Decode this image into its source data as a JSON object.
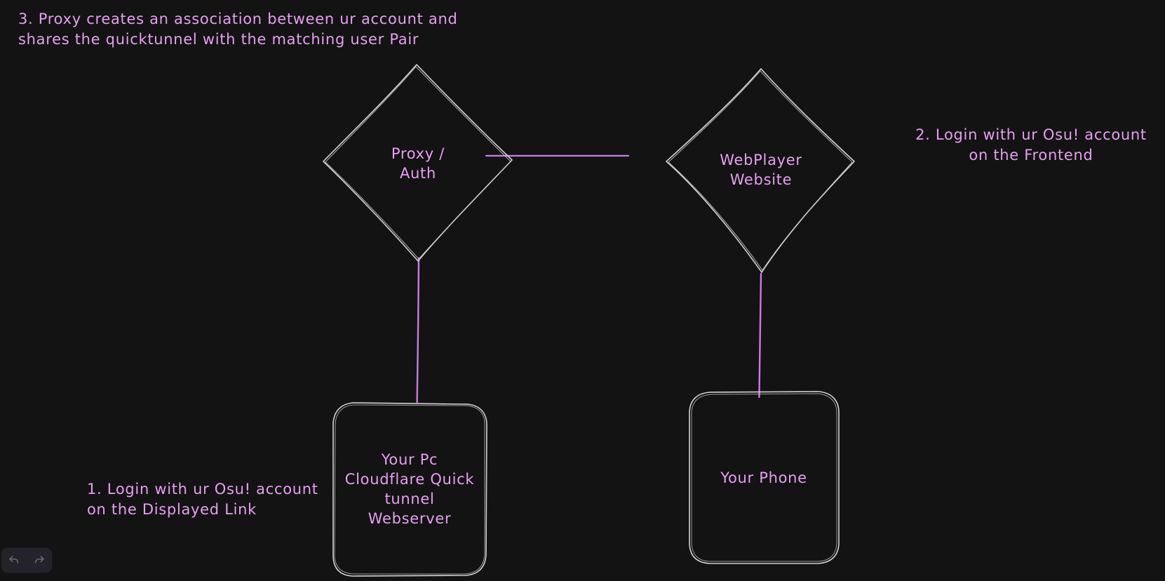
{
  "canvas": {
    "background_color": "#131313",
    "stroke_color": "#d3d3d3",
    "connector_color": "#cc7ae8",
    "text_color": "#e79ff2"
  },
  "nodes": [
    {
      "id": "proxy-auth",
      "shape": "diamond",
      "label": "Proxy /\nAuth"
    },
    {
      "id": "webplayer-website",
      "shape": "diamond",
      "label": "WebPlayer\nWebsite"
    },
    {
      "id": "your-pc",
      "shape": "rounded-rectangle",
      "label": "Your Pc\nCloudflare Quick\ntunnel\nWebserver"
    },
    {
      "id": "your-phone",
      "shape": "rounded-rectangle",
      "label": "Your Phone"
    }
  ],
  "notes": [
    {
      "id": "note-3",
      "text": "3. Proxy creates an association between ur account and\nshares the quicktunnel with the matching user Pair"
    },
    {
      "id": "note-2",
      "text": "2. Login with ur Osu! account\non the Frontend"
    },
    {
      "id": "note-1",
      "text": "1. Login with ur Osu! account\non the Displayed Link"
    }
  ],
  "toolbar": {
    "undo_label": "undo",
    "redo_label": "redo"
  }
}
